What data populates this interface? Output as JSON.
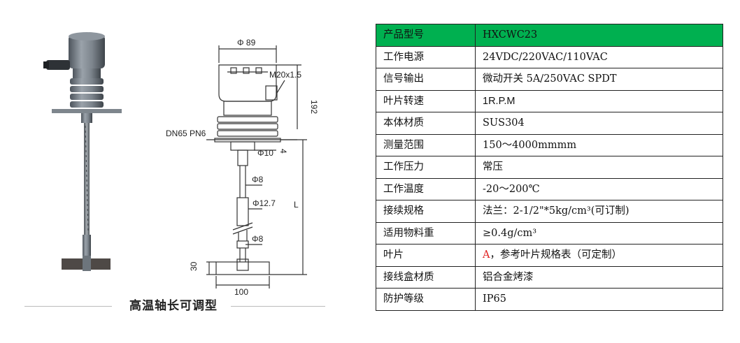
{
  "caption": "高温轴长可调型",
  "drawing": {
    "dim_top_width": "Φ 89",
    "thread": "M20x1.5",
    "dim_height": "192",
    "flange": "DN65 PN6",
    "dim_phi10": "Φ10",
    "dim_4": "4",
    "dim_phi8_upper": "Φ8",
    "dim_phi12_7": "Φ12.7",
    "dim_L": "L",
    "dim_phi8_lower": "Φ8",
    "dim_30": "30",
    "dim_100": "100"
  },
  "table": {
    "rows": [
      {
        "key": "产品型号",
        "value": "HXCWC23"
      },
      {
        "key": "工作电源",
        "value": "24VDC/220VAC/110VAC"
      },
      {
        "key": "信号输出",
        "value": "微动开关 5A/250VAC SPDT"
      },
      {
        "key": "叶片转速",
        "value": "1R.P.M"
      },
      {
        "key": "本体材质",
        "value": "SUS304"
      },
      {
        "key": "测量范围",
        "value": "150～4000mmmm"
      },
      {
        "key": "工作压力",
        "value": "常压"
      },
      {
        "key": "工作温度",
        "value": "-20～200℃"
      },
      {
        "key": "接续规格",
        "value": "法兰：2-1/2\"*5kg/cm³(可订制)"
      },
      {
        "key": "适用物料重",
        "value": "≥0.4g/cm³"
      },
      {
        "key": "叶片",
        "value_prefix": "A",
        "value": "，参考叶片规格表（可定制）"
      },
      {
        "key": "接线盒材质",
        "value": "铝合金烤漆"
      },
      {
        "key": "防护等级",
        "value": "IP65"
      }
    ]
  },
  "colors": {
    "header_bg": "#00b050",
    "highlight_red": "#e02020",
    "housing_grey": "#6f7780"
  }
}
